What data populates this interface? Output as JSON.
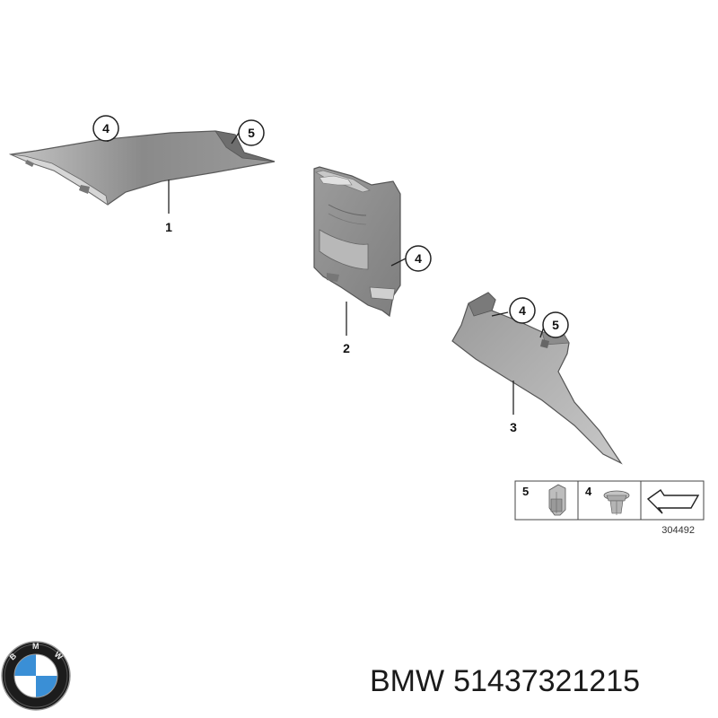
{
  "diagram": {
    "part_labels": {
      "p1": "1",
      "p2": "2",
      "p3": "3"
    },
    "callouts": {
      "c4a": "4",
      "c5a": "5",
      "c4b": "4",
      "c4c": "4",
      "c5c": "5"
    },
    "legend": {
      "item5": "5",
      "item4": "4",
      "ref_number": "304492"
    }
  },
  "caption": {
    "brand": "BMW",
    "part_number": "51437321215"
  },
  "logo": {
    "text": "BMW",
    "colors": {
      "blue": "#3a8fd6",
      "dark": "#1c1c1c"
    }
  },
  "colors": {
    "part_fill": "#8f8f8f",
    "part_dark": "#6a6a6a",
    "line": "#222222"
  }
}
